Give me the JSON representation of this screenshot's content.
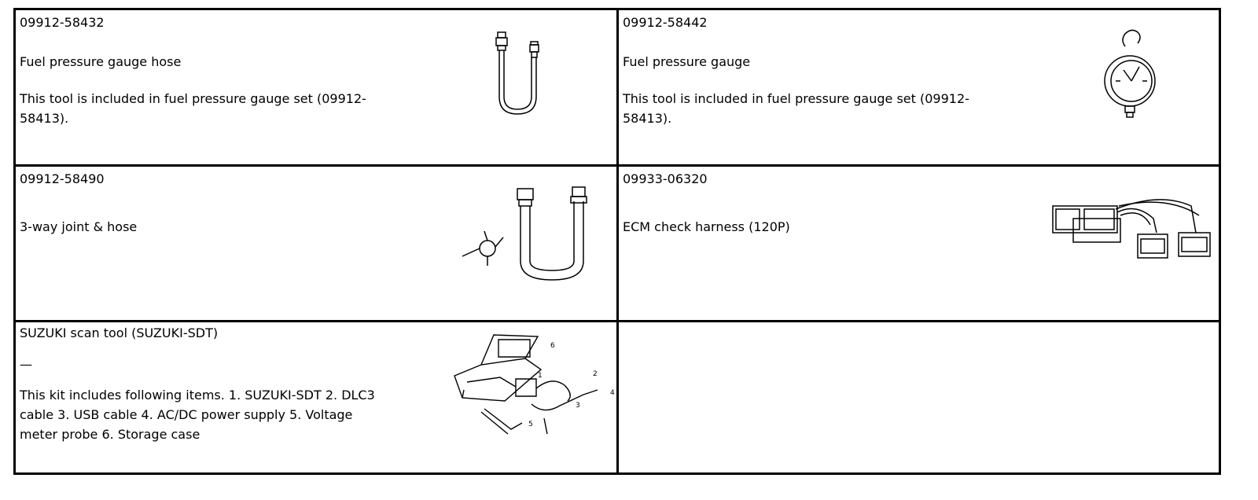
{
  "tools": [
    {
      "part_number": "09912-58432",
      "name": "Fuel pressure gauge hose",
      "note": "This tool is included in fuel pressure gauge set (09912-\n58413).",
      "icon": "fuel-pressure-gauge-hose-illustration"
    },
    {
      "part_number": "09912-58442",
      "name": "Fuel pressure gauge",
      "note": "This tool is included in fuel pressure gauge set (09912-\n58413).",
      "icon": "fuel-pressure-gauge-illustration"
    },
    {
      "part_number": "09912-58490",
      "name": "3-way joint & hose",
      "note": "",
      "icon": "three-way-joint-hose-illustration"
    },
    {
      "part_number": "09933-06320",
      "name": "ECM check harness (120P)",
      "note": "",
      "icon": "ecm-check-harness-illustration"
    },
    {
      "part_number": "SUZUKI scan tool (SUZUKI-SDT)",
      "name": "—",
      "note": "This kit includes following items. 1. SUZUKI-SDT 2. DLC3\ncable 3. USB cable 4. AC/DC power supply 5. Voltage\nmeter probe 6. Storage case",
      "icon": "suzuki-scan-tool-kit-illustration",
      "callouts": [
        "1",
        "2",
        "3",
        "4",
        "5",
        "6"
      ]
    }
  ]
}
